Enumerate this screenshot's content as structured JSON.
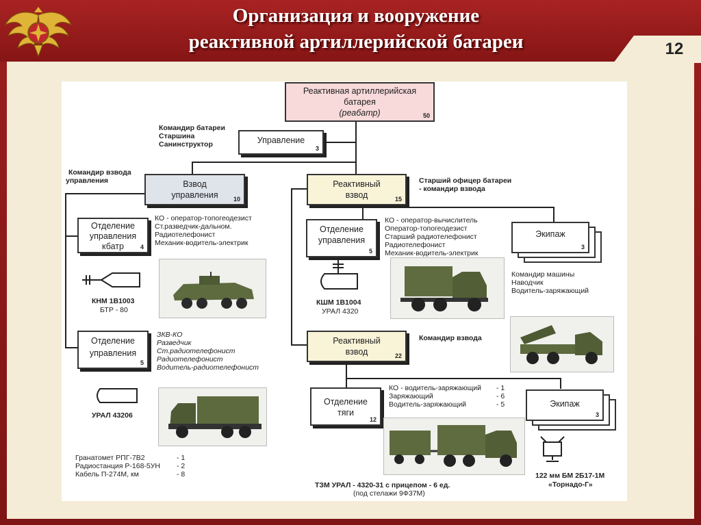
{
  "slide": {
    "title_line1": "Организация и вооружение",
    "title_line2": "реактивной артиллерийской батареи",
    "number": "12"
  },
  "colors": {
    "banner": "#9c1f1f",
    "content_bg": "#f4ecd7",
    "root_box": "#f8dada",
    "platoon_box": "#dfe3ea",
    "rocket_platoon_box": "#f9f3d8"
  },
  "diagram": {
    "root": {
      "line1": "Реактивная артиллерийская",
      "line2": "батарея",
      "line3": "(реабатр)",
      "count": "50"
    },
    "control": {
      "label": "Управление",
      "count": "3",
      "note": [
        "Командир батареи",
        "Старшина",
        "Санинструктор"
      ]
    },
    "control_platoon": {
      "line1": "Взвод",
      "line2": "управления",
      "count": "10",
      "note": [
        "Командир взвода",
        "управления"
      ]
    },
    "section_kbatr": {
      "line1": "Отделение",
      "line2": "управления",
      "line3": "кбатр",
      "count": "4",
      "crew": [
        "КО - оператор-топогеодезист",
        "Ст.разведчик-дальном.",
        "Радиотелефонист",
        "Механик-водитель-электрик"
      ],
      "vehicle_name": "КНМ 1В1003",
      "vehicle_base": "БТР - 80"
    },
    "section_ctrl2": {
      "line1": "Отделение",
      "line2": "управления",
      "count": "5",
      "crew": [
        "ЗКВ-КО",
        "Разведчик",
        "Ст.радиотелефонист",
        "Радиотелефонист",
        "Водитель-радиотелефонист"
      ],
      "vehicle_name": "УРАЛ 43206"
    },
    "equipment": [
      {
        "name": "Гранатомет РПГ-7В2",
        "qty": "- 1"
      },
      {
        "name": "Радиостанция Р-168-5УН",
        "qty": "- 2"
      },
      {
        "name": "Кабель П-274М, км",
        "qty": "- 8"
      }
    ],
    "rocket_platoon1": {
      "line1": "Реактивный",
      "line2": "взвод",
      "count": "15",
      "note": [
        "Старший офицер батареи",
        "- командир взвода"
      ]
    },
    "section_rp": {
      "line1": "Отделение",
      "line2": "управления",
      "count": "5",
      "crew": [
        "КО - оператор-вычислитель",
        "Оператор-топогеодезист",
        "Старший радиотелефонист",
        "Радиотелефонист",
        "Механик-водитель-электрик"
      ],
      "vehicle_name": "КШМ 1В1004",
      "vehicle_base": "УРАЛ 4320"
    },
    "crew1": {
      "label": "Экипаж",
      "count": "3",
      "members": [
        "Командир машины",
        "Наводчик",
        "Водитель-заряжающий"
      ]
    },
    "rocket_platoon2": {
      "line1": "Реактивный",
      "line2": "взвод",
      "count": "22",
      "note": "Командир взвода"
    },
    "traction": {
      "line1": "Отделение",
      "line2": "тяги",
      "count": "12",
      "crew": [
        {
          "role": "КО - водитель-заряжающий",
          "qty": "- 1"
        },
        {
          "role": "Заряжающий",
          "qty": "- 6"
        },
        {
          "role": "Водитель-заряжающий",
          "qty": "- 5"
        }
      ],
      "vehicle_line1": "ТЗМ УРАЛ - 4320-31 с прицепом - 6 ед.",
      "vehicle_line2": "(под стелажи 9Ф37М)"
    },
    "crew2": {
      "label": "Экипаж",
      "count": "3",
      "weapon_line1": "122 мм БМ 2Б17-1М",
      "weapon_line2": "«Торнадо-Г»"
    }
  }
}
